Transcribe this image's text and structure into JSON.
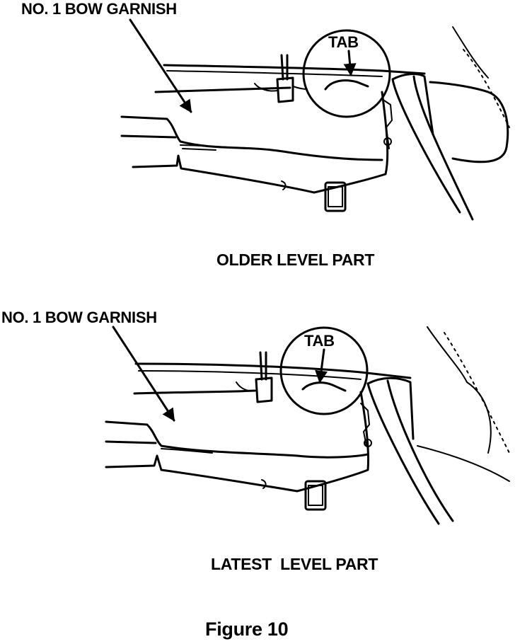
{
  "top": {
    "callout": "NO. 1 BOW GARNISH",
    "tab": "TAB",
    "caption": "OLDER LEVEL PART"
  },
  "bottom": {
    "callout": "NO. 1 BOW GARNISH",
    "tab": "TAB",
    "caption": "LATEST  LEVEL PART"
  },
  "figure": {
    "caption": "Figure 10"
  }
}
